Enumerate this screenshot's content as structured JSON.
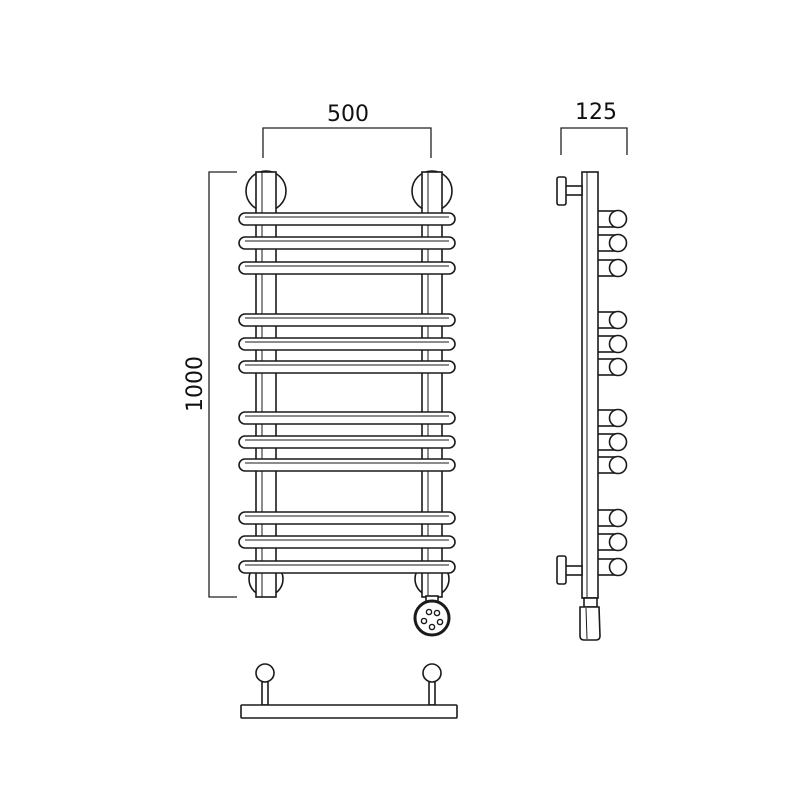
{
  "labels": {
    "width": "500",
    "depth": "125",
    "height": "1000"
  }
}
